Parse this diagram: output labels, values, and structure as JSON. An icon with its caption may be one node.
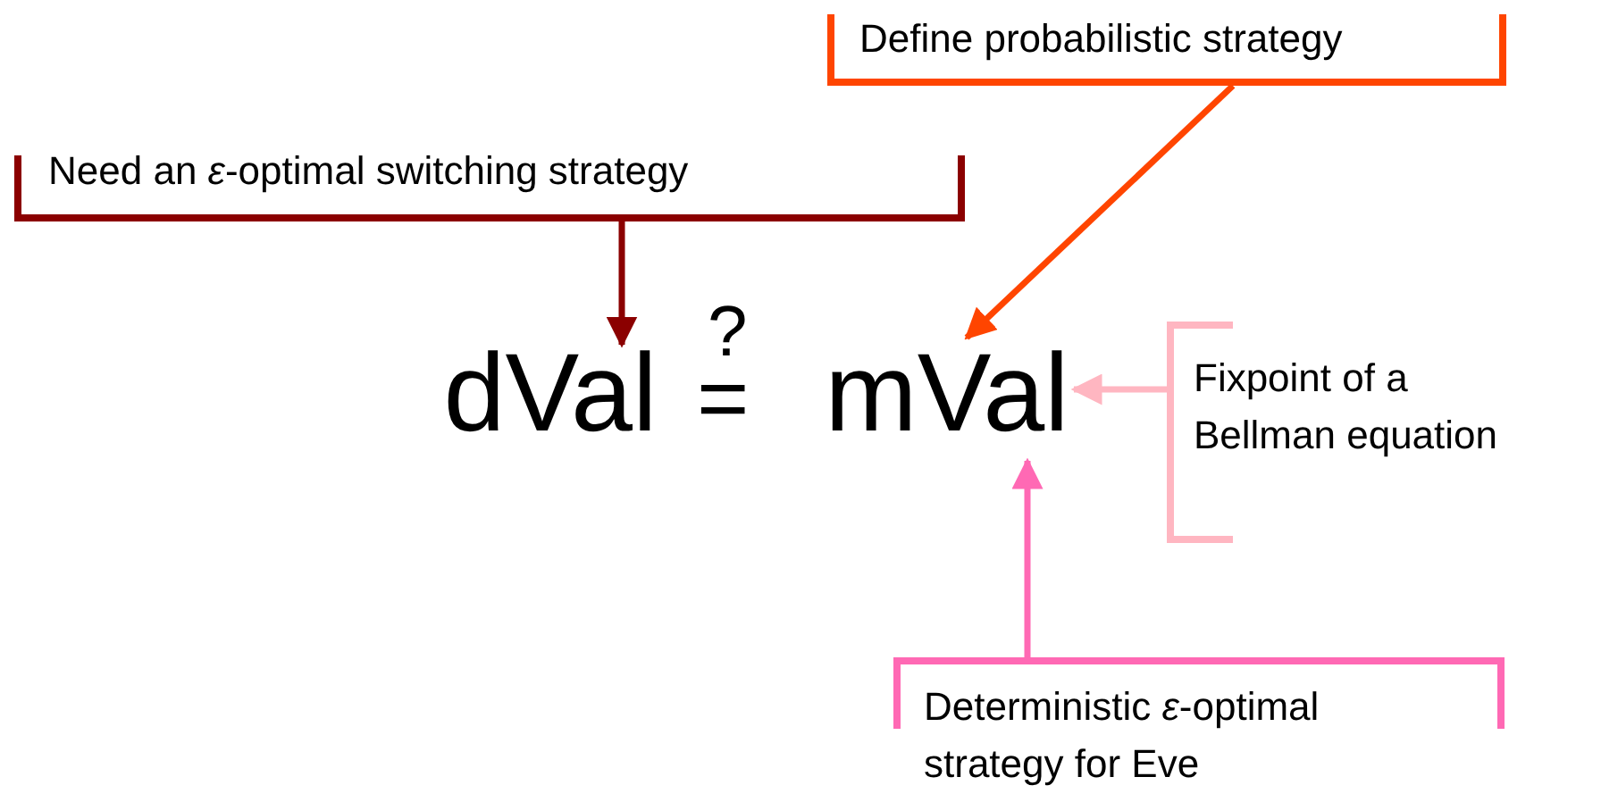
{
  "diagram": {
    "nodes": [
      {
        "text": [
          "Need an *ε*-optimal switching strategy"
        ]
      },
      {
        "text": [
          "Define probabilistic strategy"
        ]
      },
      {
        "text": [
          "dVal"
        ]
      },
      {
        "text": [
          "mVal"
        ]
      },
      {
        "text": [
          "Fixpoint of a Bellman equation"
        ]
      },
      {
        "text": [
          "Deterministic *ε*-optimal strategy for Eve"
        ]
      }
    ],
    "edges": [
      {
        "from": 0,
        "to": 2,
        "arrow": "to",
        "color": "#8b0000"
      },
      {
        "from": 1,
        "to": 3,
        "arrow": "to",
        "color": "#ff4500"
      },
      {
        "from": 4,
        "to": 3,
        "arrow": "to",
        "color": "#ffb6c1"
      },
      {
        "from": 5,
        "to": 3,
        "arrow": "to",
        "color": "#ff69b4"
      }
    ],
    "labels": [
      "?",
      "="
    ]
  }
}
